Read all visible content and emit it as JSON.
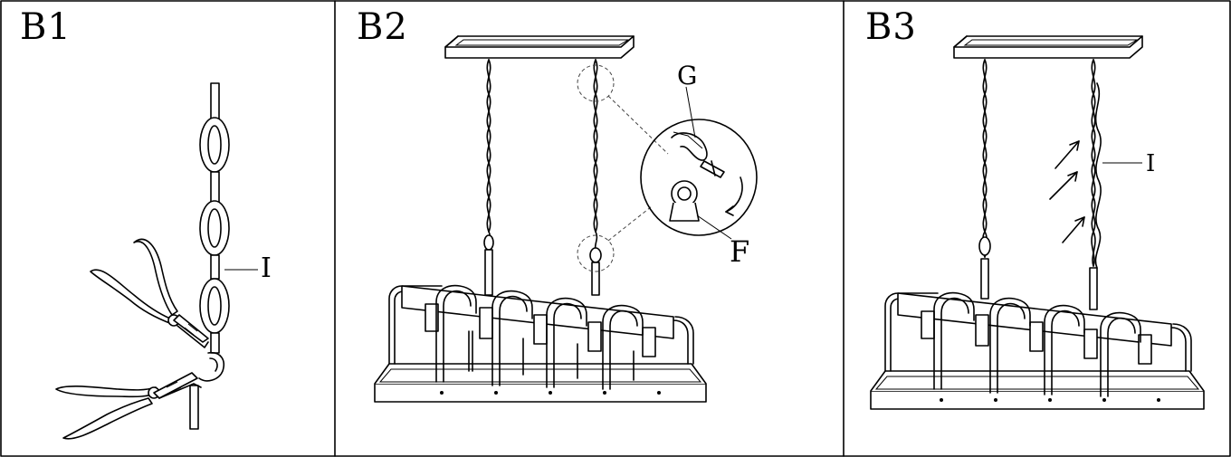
{
  "panels": [
    {
      "title": "B1",
      "labels": [
        "I"
      ]
    },
    {
      "title": "B2",
      "labels": [
        "G",
        "F"
      ]
    },
    {
      "title": "B3",
      "labels": [
        "I"
      ]
    }
  ],
  "colors": {
    "line": "#000000",
    "background": "#ffffff"
  }
}
